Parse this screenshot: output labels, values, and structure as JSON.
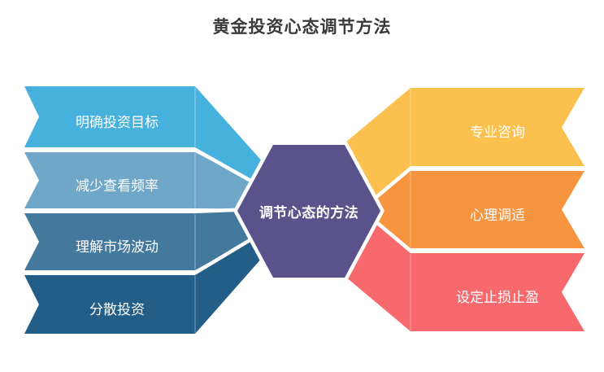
{
  "title": {
    "text": "黄金投资心态调节方法",
    "color": "#3A3A3A"
  },
  "center_hexagon": {
    "label": "调节心态的方法",
    "fill": "#5A528B"
  },
  "left_items": [
    {
      "label": "明确投资目标",
      "fill": "#47B1DE"
    },
    {
      "label": "减少查看频率",
      "fill": "#6FA7C9"
    },
    {
      "label": "理解市场波动",
      "fill": "#44799E"
    },
    {
      "label": "分散投资",
      "fill": "#235E88"
    }
  ],
  "right_items": [
    {
      "label": "专业咨询",
      "fill": "#FCC04F"
    },
    {
      "label": "心理调适",
      "fill": "#F79440"
    },
    {
      "label": "设定止损止盈",
      "fill": "#F8696E"
    }
  ],
  "background": "#FFFFFF"
}
